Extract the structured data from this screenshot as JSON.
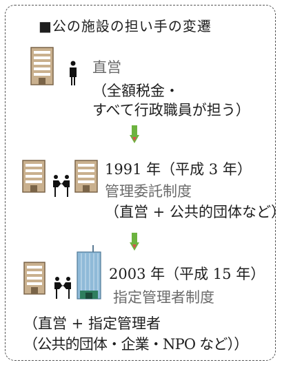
{
  "title": "■公の施設の担い手の変遷",
  "stages": [
    {
      "heading": "直営",
      "lines": [
        "（全額税金・",
        "すべて行政職員が担う）"
      ]
    },
    {
      "heading": "1991 年（平成 3 年）",
      "system": "管理委託制度",
      "note": "（直営 + 公共的団体など）"
    },
    {
      "heading": "2003 年（平成 15 年）",
      "system": "指定管理者制度",
      "lines": [
        "（直営 + 指定管理者",
        "（公共的団体・企業・NPO など））"
      ]
    }
  ],
  "colors": {
    "building": "#c9b08e",
    "building_dark": "#7a6448",
    "tower": "#8fbad8",
    "arrow": "#6cb33f",
    "arrow_tip": "#d9534f"
  },
  "icons": [
    "building-icon",
    "person-icon",
    "handshake-icon",
    "office-tower-icon",
    "down-arrow-icon"
  ]
}
